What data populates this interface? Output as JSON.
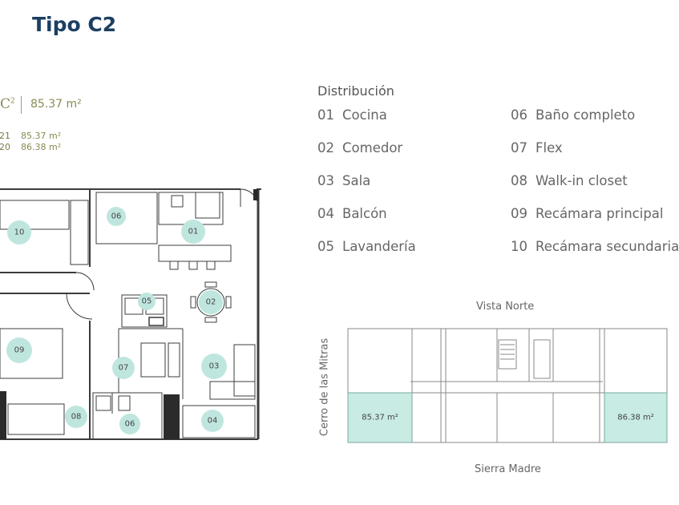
{
  "title": "Tipo C2",
  "type_block": {
    "code": "C",
    "code_sup": "2",
    "area": "85.37 m²",
    "units": [
      {
        "id": "21",
        "area": "85.37 m²"
      },
      {
        "id": "20",
        "area": "86.38 m²"
      }
    ]
  },
  "distribution": {
    "title": "Distribución",
    "items": [
      {
        "num": "01",
        "label": "Cocina"
      },
      {
        "num": "02",
        "label": "Comedor"
      },
      {
        "num": "03",
        "label": "Sala"
      },
      {
        "num": "04",
        "label": "Balcón"
      },
      {
        "num": "05",
        "label": "Lavandería"
      },
      {
        "num": "06",
        "label": "Baño completo"
      },
      {
        "num": "07",
        "label": "Flex"
      },
      {
        "num": "08",
        "label": "Walk-in closet"
      },
      {
        "num": "09",
        "label": "Recámara principal"
      },
      {
        "num": "10",
        "label": "Recámara secundaria"
      }
    ]
  },
  "floorplan": {
    "rooms": [
      "10",
      "06",
      "01",
      "05",
      "02",
      "09",
      "07",
      "03",
      "08",
      "06",
      "04"
    ]
  },
  "keyplan": {
    "north": "Vista Norte",
    "south": "Sierra Madre",
    "west": "Cerro de las Mitras",
    "unit_left": "85.37 m²",
    "unit_right": "86.38 m²"
  },
  "colors": {
    "title": "#1c3f63",
    "accent_gold": "#8a8a55",
    "room_circle": "#bfe6de",
    "unit_fill": "#c8ebe3",
    "wall": "#3c3c3c"
  }
}
